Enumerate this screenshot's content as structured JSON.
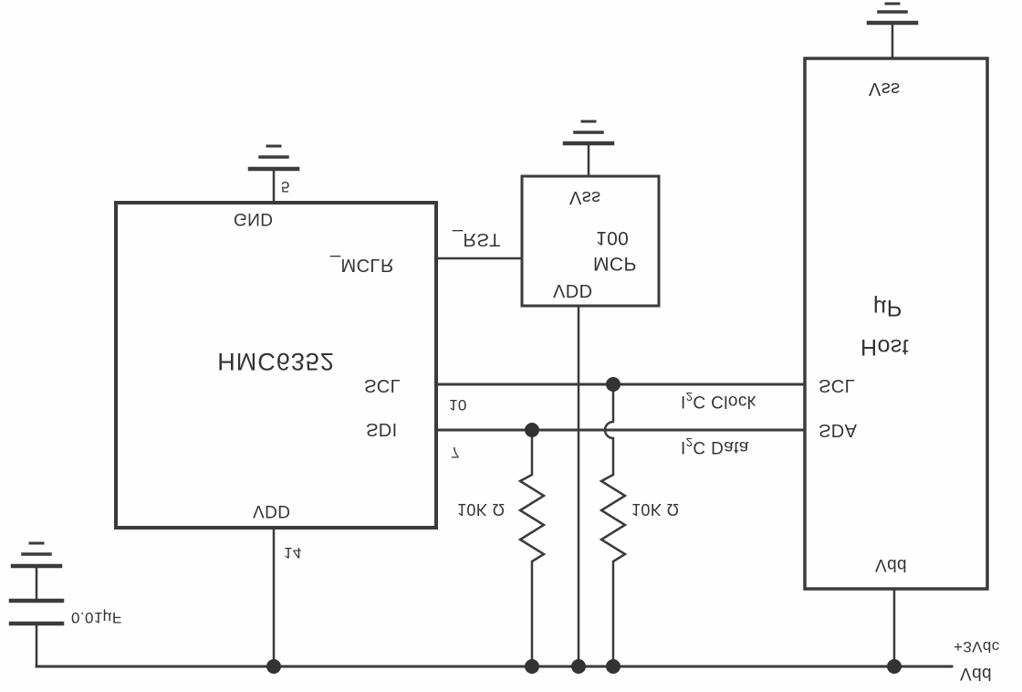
{
  "rail": {
    "label": "Vdd",
    "voltage": "+3Vdc"
  },
  "capacitor": {
    "value": "0.01µF"
  },
  "hmc6352": {
    "title": "HMC6352",
    "pin_vdd": "VDD",
    "pin_gnd": "GND",
    "pin_scl": "SCL",
    "pin_sdi": "SDI",
    "pin_mclr": "_MCLR",
    "num_vdd": "14",
    "num_gnd": "5",
    "num_scl": "10",
    "num_sdi": "7"
  },
  "mcp100": {
    "line1": "MCP",
    "line2": "100",
    "pin_vdd": "VDD",
    "pin_vss": "Vss",
    "pin_rst": "_RST"
  },
  "host": {
    "line1": "Host",
    "line2": "µP",
    "pin_vdd": "Vdd",
    "pin_vss": "Vss",
    "pin_sda": "SDA",
    "pin_scl": "SCL"
  },
  "bus": {
    "clock_base": "I",
    "clock_sub": "2",
    "clock_rest": "C Clock",
    "data_base": "I",
    "data_sub": "2",
    "data_rest": "C Data"
  },
  "resistors": {
    "left": "10K Ω",
    "right": "10K Ω"
  },
  "colors": {
    "line": "#3b3b3b",
    "text": "#343434",
    "paper": "#fefefe"
  }
}
